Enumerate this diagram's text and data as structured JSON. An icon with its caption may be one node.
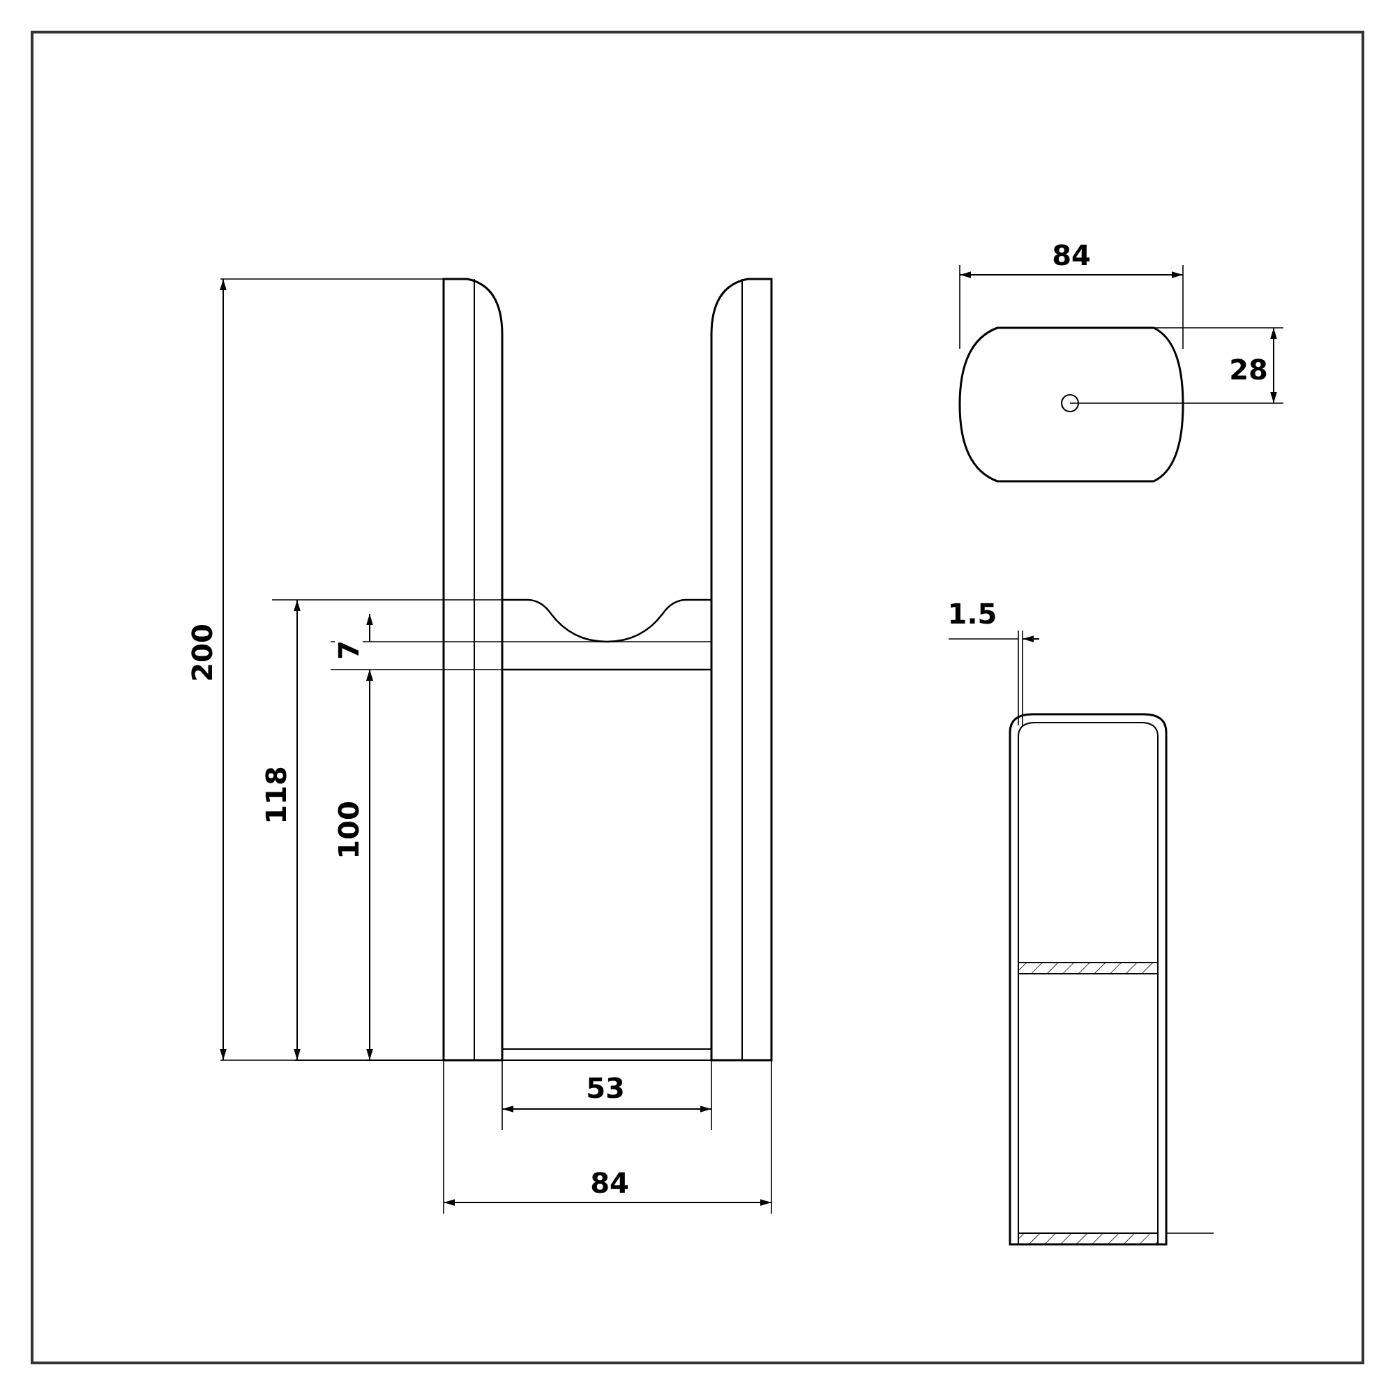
{
  "diagram": {
    "labels": [
      "84",
      "28",
      "1.5",
      "7",
      "200",
      "118",
      "100",
      "53",
      "84"
    ]
  }
}
